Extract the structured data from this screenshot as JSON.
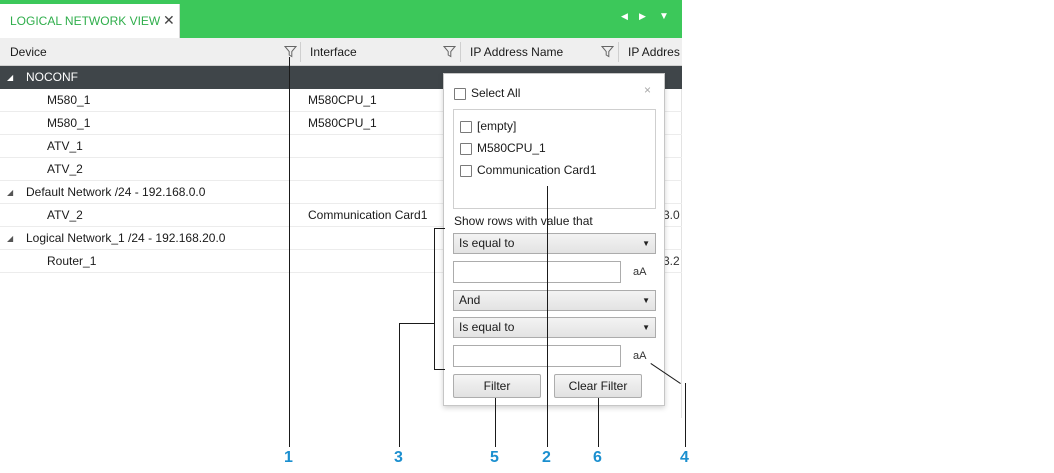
{
  "tab": {
    "title": "LOGICAL NETWORK VIEW",
    "close": "✕",
    "prev": "◀",
    "next": "▶",
    "menu": "▼"
  },
  "columns": [
    "Device",
    "Interface",
    "IP Address Name",
    "IP Addres"
  ],
  "rows": [
    {
      "device": "NOCONF",
      "interface": "",
      "group": true,
      "dark": true,
      "expand": "◢"
    },
    {
      "device": "M580_1",
      "interface": "M580CPU_1"
    },
    {
      "device": "M580_1",
      "interface": "M580CPU_1"
    },
    {
      "device": "ATV_1",
      "interface": ""
    },
    {
      "device": "ATV_2",
      "interface": ""
    },
    {
      "device": "Default Network /24 - 192.168.0.0",
      "interface": "",
      "group": true,
      "expand": "◢"
    },
    {
      "device": "ATV_2",
      "interface": "Communication Card1",
      "clip": "3.0"
    },
    {
      "device": "Logical Network_1 /24 - 192.168.20.0",
      "interface": "",
      "group": true,
      "expand": "◢"
    },
    {
      "device": "Router_1",
      "interface": "",
      "clip": "3.2"
    }
  ],
  "filter": {
    "close": "×",
    "select_all": "Select All",
    "values": [
      "[empty]",
      "M580CPU_1",
      "Communication Card1"
    ],
    "show_rows": "Show rows with value that",
    "condition1": "Is equal to",
    "logic": "And",
    "condition2": "Is equal to",
    "case1": "aA",
    "case2": "aA",
    "filter_btn": "Filter",
    "clear_btn": "Clear Filter"
  },
  "callouts": [
    "1",
    "3",
    "5",
    "2",
    "6",
    "4"
  ],
  "colors": {
    "tabbar": "#3cc85a",
    "group_row": "#3f4549",
    "callout": "#1b8fcf"
  }
}
